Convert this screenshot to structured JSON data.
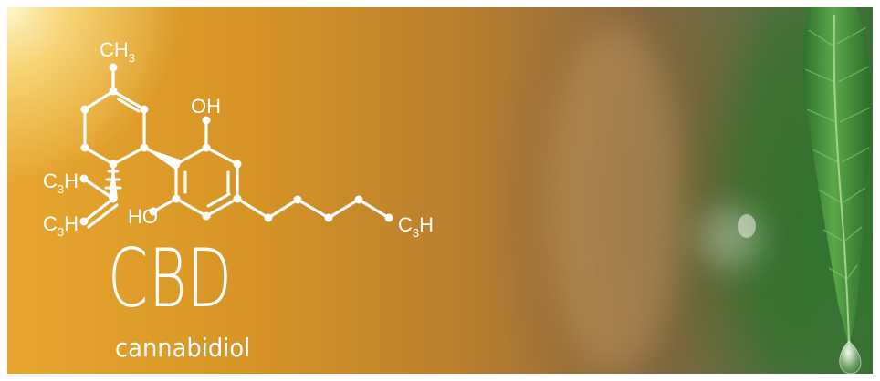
{
  "image": {
    "subject": "CBD molecule over blurred cannabis background",
    "colors": {
      "warm_gold": "#e8a730",
      "amber": "#c8862b",
      "leaf_green": "#3b6f35",
      "white_text": "#ffffff"
    }
  },
  "molecule": {
    "ch3": "CH",
    "oh": "OH",
    "ho": "HO",
    "c3h_left_top": "C",
    "c3h_left_bottom": "C",
    "c3h_right": "C",
    "subscript_3": "3",
    "h": "H"
  },
  "headline": {
    "title": "CBD",
    "subtitle": "cannabidiol"
  }
}
